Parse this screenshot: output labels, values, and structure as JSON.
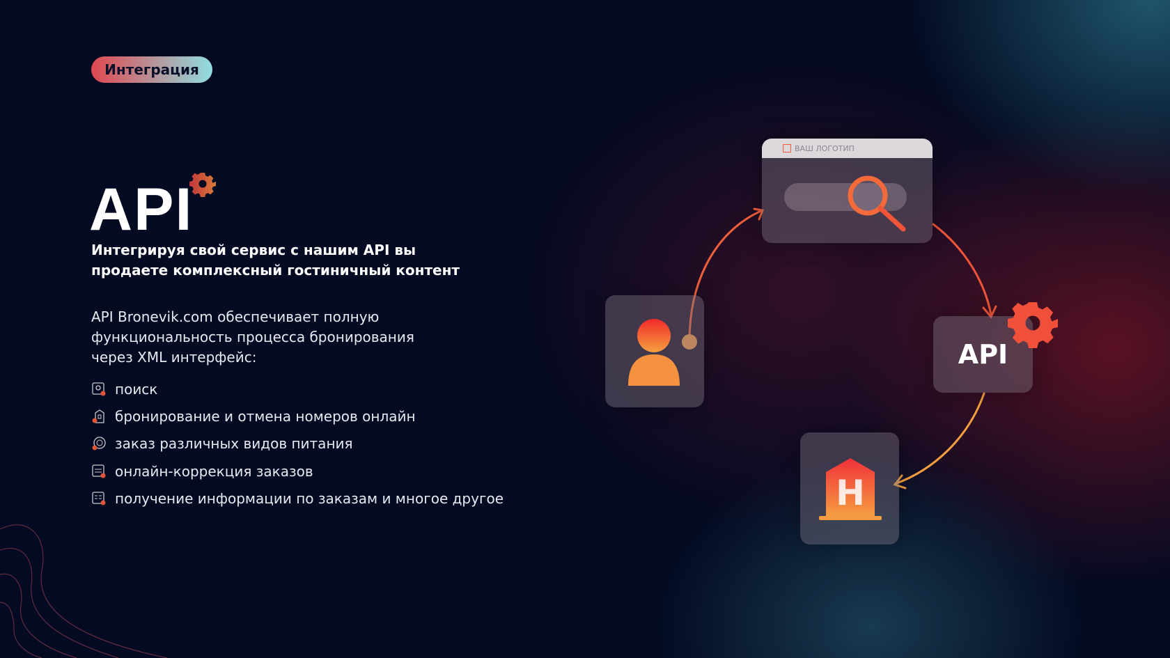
{
  "badge": "Интеграция",
  "title": "API",
  "subtitle": [
    "Интегрируя свой сервис с нашим API вы",
    "продаете комплексный гостиничный контент"
  ],
  "description": [
    "API Bronevik.com обеспечивает полную",
    "функциональность процесса бронирования",
    "через XML интерфейс:"
  ],
  "features": [
    {
      "icon": "search-doc-icon",
      "label": "поиск"
    },
    {
      "icon": "building-icon",
      "label": "бронирование и отмена номеров онлайн"
    },
    {
      "icon": "food-icon",
      "label": "заказ различных видов питания"
    },
    {
      "icon": "settings-list-icon",
      "label": "онлайн-коррекция заказов"
    },
    {
      "icon": "info-list-icon",
      "label": "получение информации по заказам и многое другое"
    }
  ],
  "diagram": {
    "logo_label": "ВАШ ЛОГОТИП",
    "api_label": "API",
    "hotel_letter": "H"
  },
  "colors": {
    "accent": "#f0553a",
    "background": "#030a22"
  }
}
